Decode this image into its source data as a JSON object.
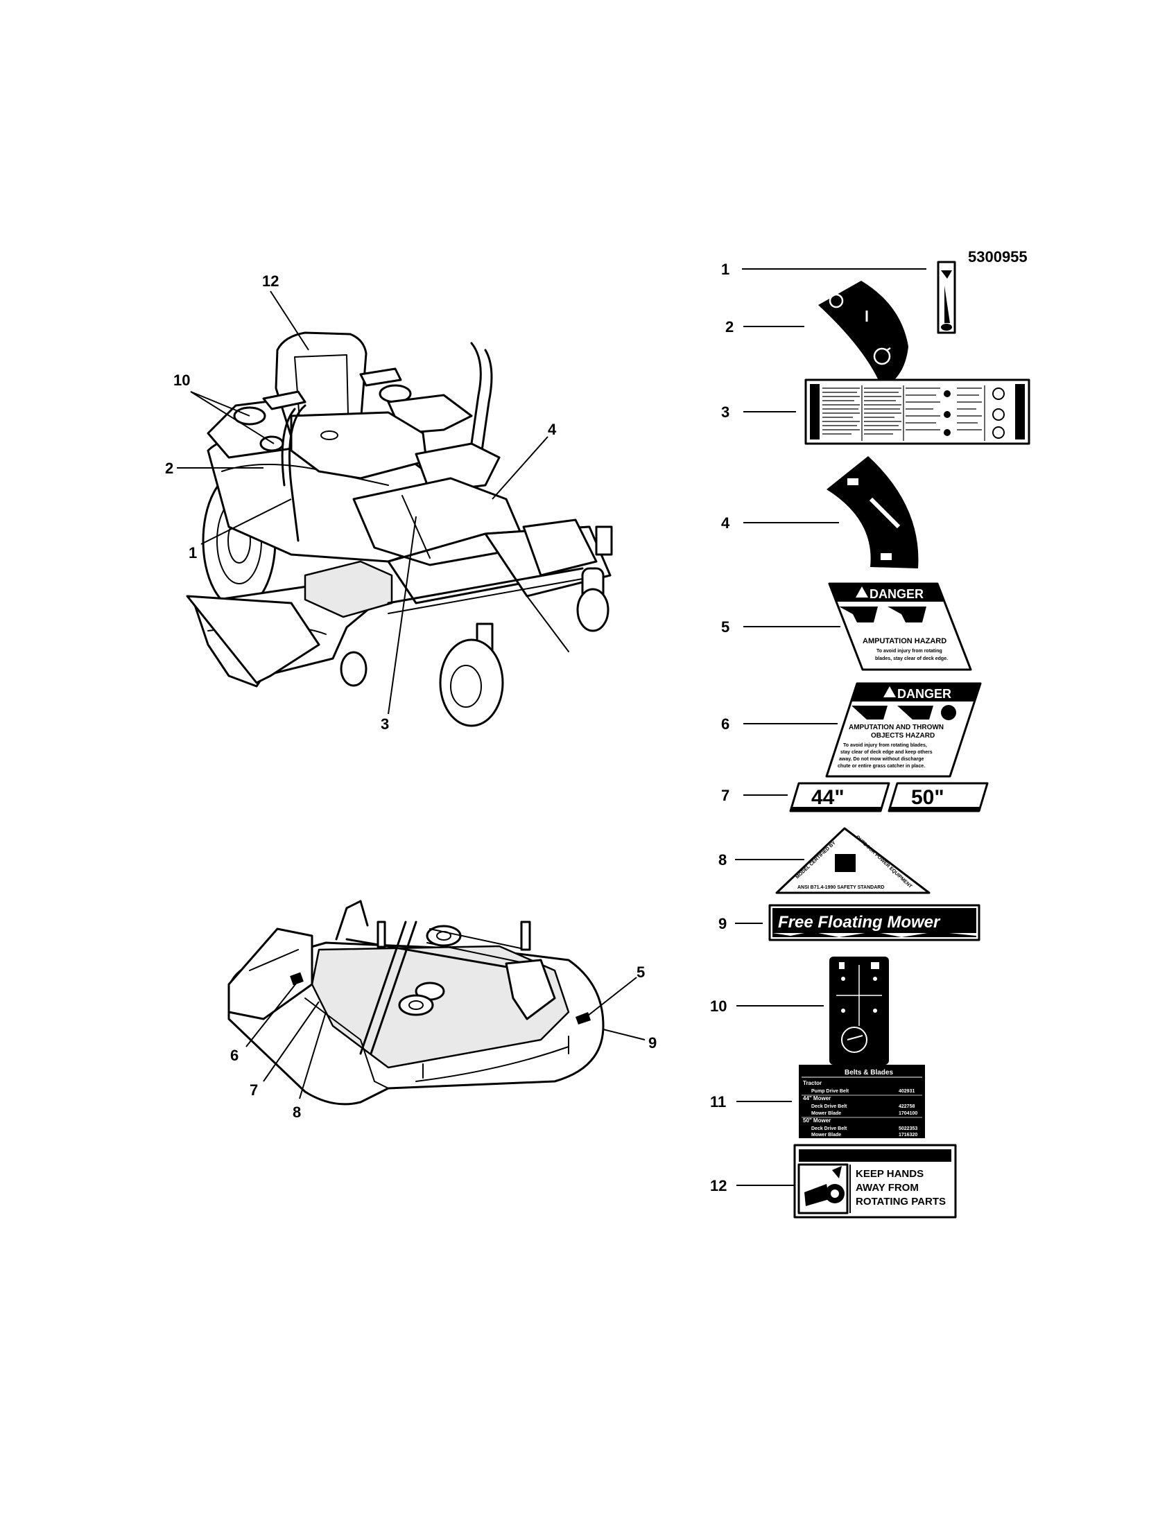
{
  "part_number": "5300955",
  "mower_callouts": [
    "12",
    "10",
    "2",
    "1",
    "4",
    "3"
  ],
  "deck_callouts": [
    "5",
    "9",
    "6",
    "7",
    "8"
  ],
  "decal_index": [
    "1",
    "2",
    "3",
    "4",
    "5",
    "6",
    "7",
    "8",
    "9",
    "10",
    "11",
    "12"
  ],
  "decals": {
    "ignition": {
      "off": "O",
      "on": "I"
    },
    "danger5": {
      "header": "DANGER",
      "title": "AMPUTATION HAZARD",
      "body1": "To avoid injury from rotating",
      "body2": "blades, stay clear of deck edge."
    },
    "danger6": {
      "header": "DANGER",
      "title1": "AMPUTATION AND THROWN",
      "title2": "OBJECTS HAZARD",
      "body1": "To avoid injury from rotating blades,",
      "body2": "stay clear of deck edge and keep others",
      "body3": "away. Do not mow without discharge",
      "body4": "chute or entire grass catcher in place."
    },
    "size_44": "44\"",
    "size_50": "50\"",
    "certified": {
      "left": "MODEL CERTIFIED BY",
      "right": "OUTDOOR POWER EQUIPMENT",
      "bottom": "ANSI B71.4-1990 SAFETY STANDARD"
    },
    "free_floating": "Free Floating Mower",
    "belts": {
      "title": "Belts & Blades",
      "rows": [
        {
          "label": "Tractor",
          "part": ""
        },
        {
          "label": "Pump Drive Belt",
          "part": "402931"
        },
        {
          "label": "44\" Mower",
          "part": ""
        },
        {
          "label": "Deck Drive Belt",
          "part": "422758"
        },
        {
          "label": "Mower Blade",
          "part": "1704100"
        },
        {
          "label": "50\" Mower",
          "part": ""
        },
        {
          "label": "Deck Drive Belt",
          "part": "5022353"
        },
        {
          "label": "Mower Blade",
          "part": "1716320"
        }
      ]
    },
    "keep_hands": {
      "line1": "KEEP HANDS",
      "line2": "AWAY FROM",
      "line3": "ROTATING PARTS"
    }
  }
}
